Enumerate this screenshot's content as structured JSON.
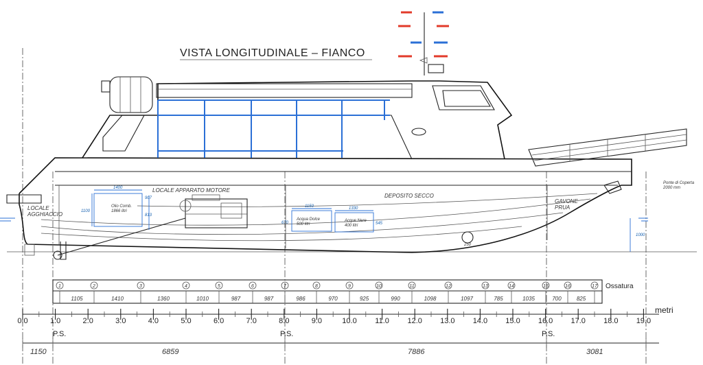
{
  "title": "VISTA LONGITUDINALE – FIANCO",
  "compartments": {
    "locale_agghiaccio": "LOCALE\nAGGHIACCIO",
    "locale_motore": "LOCALE APPARATO MOTORE",
    "deposito_secco": "DEPOSITO SECCO",
    "gavone_prua": "GAVONE\nPRUA"
  },
  "tanks": {
    "olio": {
      "label": "Olio Comb.\n1866 litri",
      "width": "1400",
      "height": "1100",
      "side_a": "907",
      "side_b": "813"
    },
    "acqua_dolce": {
      "label": "Acqua Dolce\n500 litri",
      "width": "1150",
      "height": "670"
    },
    "acque_nere": {
      "label": "Acque Nere\n400 litri",
      "width": "1330",
      "height": "545"
    }
  },
  "porthole_label": "250",
  "ponte_di_coperta": "Ponte di Coperta\n2000 mm",
  "draft_value": "1000",
  "frames": {
    "label": "Ossatura",
    "numbers": [
      "1",
      "2",
      "3",
      "4",
      "5",
      "6",
      "7",
      "8",
      "9",
      "10",
      "11",
      "12",
      "13",
      "14",
      "15",
      "16",
      "17"
    ],
    "spacings": [
      "1105",
      "1410",
      "1360",
      "1010",
      "987",
      "987",
      "986",
      "970",
      "925",
      "990",
      "1098",
      "1097",
      "785",
      "1035",
      "700",
      "825"
    ]
  },
  "metri_scale": {
    "unit": "metri",
    "labels": [
      "0.0",
      "1.0",
      "2.0",
      "3.0",
      "4.0",
      "5.0",
      "6.0",
      "7.0",
      "8.0",
      "9.0",
      "10.0",
      "11.0",
      "12.0",
      "13.0",
      "14.0",
      "15.0",
      "16.0",
      "17.0",
      "18.0",
      "19.0"
    ]
  },
  "ps_marks": [
    "P.S.",
    "P.S.",
    "P.S."
  ],
  "segments": [
    "1150",
    "6859",
    "7886",
    "3081"
  ]
}
